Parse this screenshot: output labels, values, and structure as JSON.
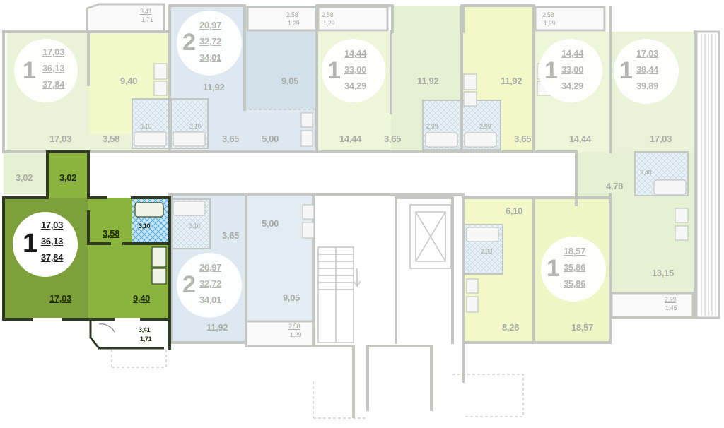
{
  "selected_apartment": {
    "rooms": "1",
    "living_area": "17,03",
    "total_area": "36,13",
    "total_with_balcony": "37,84",
    "room_area": "17,03",
    "kitchen_area": "9,40",
    "hall_area": "3,58",
    "corridor_area": "3,02",
    "bath_area": "3,10",
    "balcony_full": "3,41",
    "balcony_reduced": "1,71"
  },
  "badges": [
    {
      "rooms": "1",
      "v1": "17,03",
      "v2": "36,13",
      "v3": "37,84"
    },
    {
      "rooms": "2",
      "v1": "20,97",
      "v2": "32,72",
      "v3": "34,01"
    },
    {
      "rooms": "1",
      "v1": "14,44",
      "v2": "33,00",
      "v3": "34,29"
    },
    {
      "rooms": "1",
      "v1": "14,44",
      "v2": "33,00",
      "v3": "34,29"
    },
    {
      "rooms": "1",
      "v1": "17,03",
      "v2": "38,44",
      "v3": "39,89"
    },
    {
      "rooms": "2",
      "v1": "20,97",
      "v2": "32,72",
      "v3": "34,01"
    },
    {
      "rooms": "1",
      "v1": "18,57",
      "v2": "35,86",
      "v3": "35,86"
    }
  ],
  "room_labels": [
    "9,40",
    "11,92",
    "9,05",
    "11,92",
    "11,92",
    "17,03",
    "3,58",
    "3,65",
    "5,00",
    "14,44",
    "3,65",
    "3,65",
    "14,44",
    "17,03",
    "3,02",
    "4,78",
    "6,10",
    "3,65",
    "5,00",
    "13,15",
    "9,05",
    "11,92",
    "8,26",
    "18,57"
  ],
  "small_labels": [
    "3,41",
    "1,71",
    "2,58",
    "1,29",
    "2,58",
    "1,29",
    "2,58",
    "1,29",
    "3,10",
    "3,10",
    "2,99",
    "2,99",
    "3,48",
    "3,10",
    "2,93",
    "2,58",
    "1,29",
    "2,99",
    "1,45"
  ]
}
